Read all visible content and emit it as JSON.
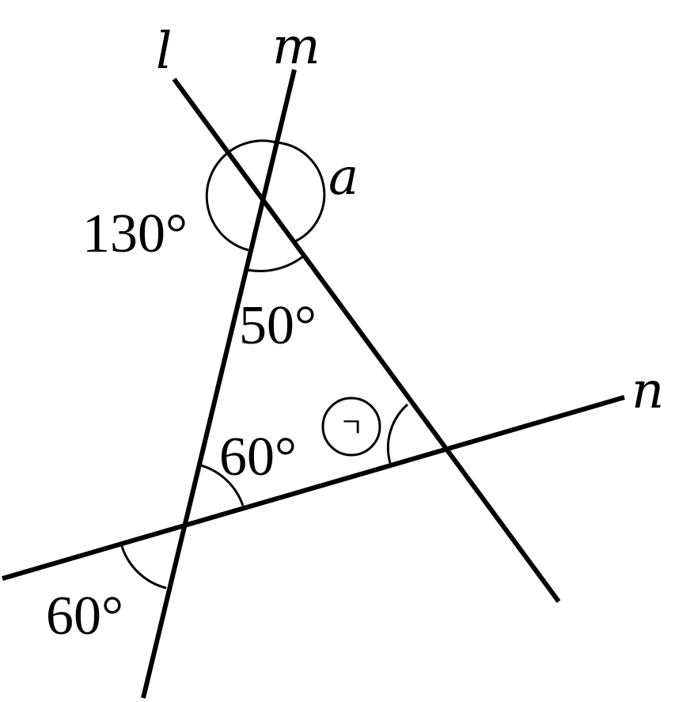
{
  "lines": {
    "l": "l",
    "m": "m",
    "n": "n"
  },
  "angles": {
    "a": "a",
    "top_left": "130°",
    "top_inner": "50°",
    "left_inner": "60°",
    "bottom_left": "60°",
    "marked": "ㄱ"
  }
}
